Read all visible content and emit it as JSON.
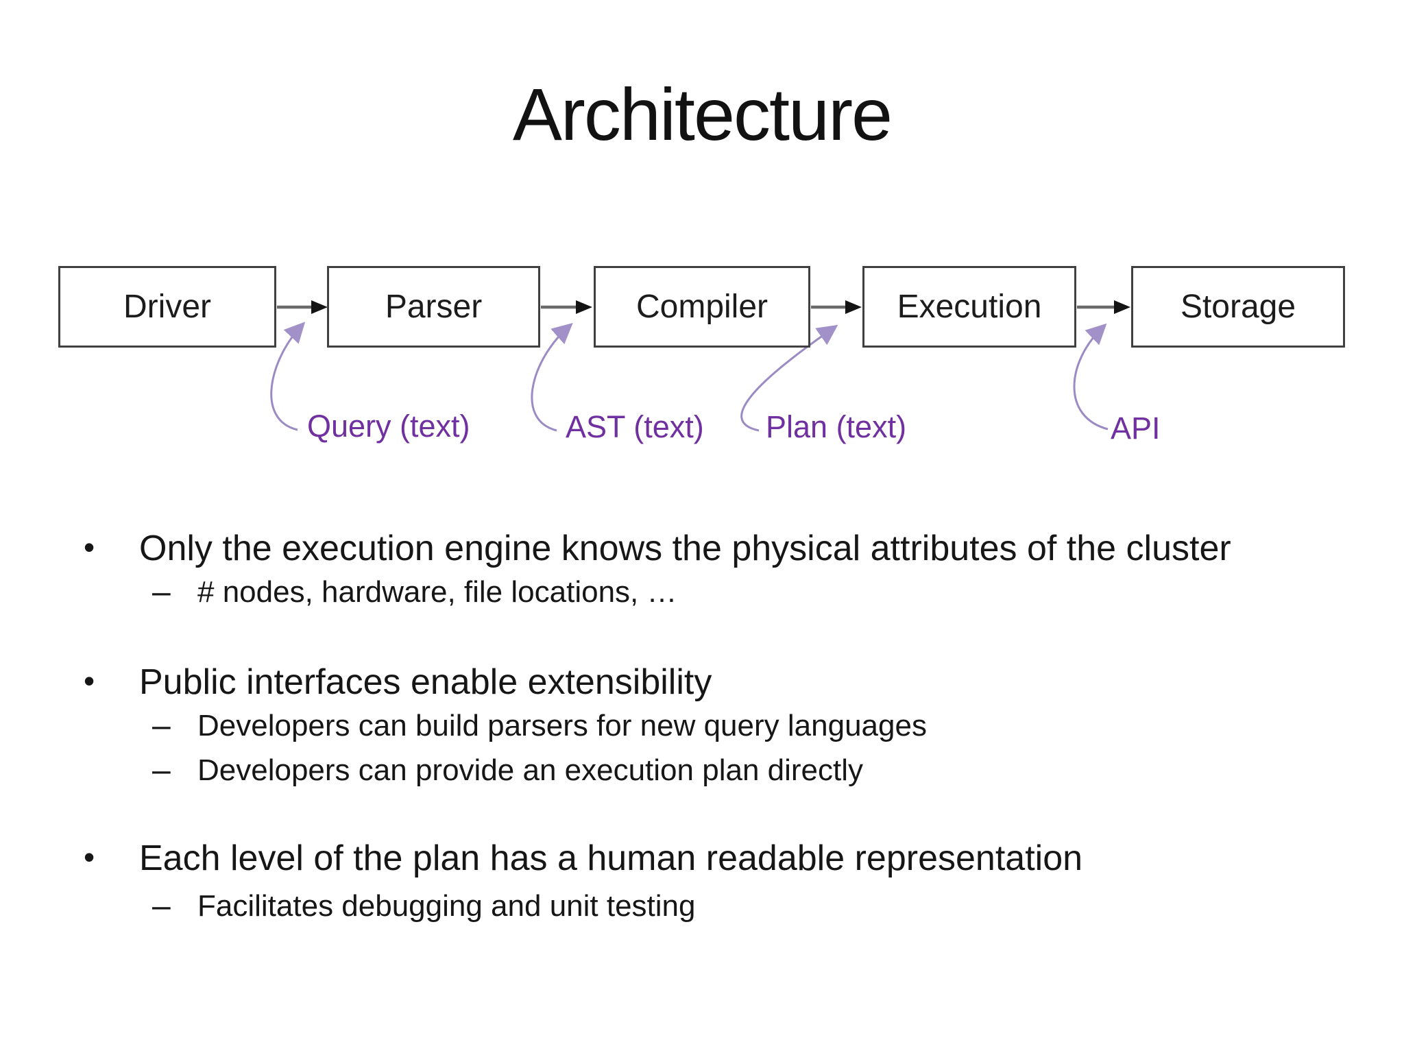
{
  "slide": {
    "title": "Architecture"
  },
  "diagram": {
    "boxes": [
      {
        "label": "Driver"
      },
      {
        "label": "Parser"
      },
      {
        "label": "Compiler"
      },
      {
        "label": "Execution"
      },
      {
        "label": "Storage"
      }
    ],
    "edge_labels": [
      {
        "label": "Query (text)"
      },
      {
        "label": "AST (text)"
      },
      {
        "label": "Plan (text)"
      },
      {
        "label": "API"
      }
    ]
  },
  "bullets": [
    {
      "text": "Only the execution engine knows the physical attributes of the cluster",
      "subs": [
        "# nodes, hardware, file locations, …"
      ]
    },
    {
      "text": "Public interfaces enable extensibility",
      "subs": [
        "Developers can build parsers for new query languages",
        "Developers can provide an execution plan directly"
      ]
    },
    {
      "text": "Each level of the plan has a human readable representation",
      "subs": [
        "Facilitates debugging and unit testing"
      ]
    }
  ],
  "colors": {
    "edge_label_purple": "#7030a0",
    "edge_curve_purple": "#9a8bc4",
    "box_border": "#404040",
    "connector_line": "#6a6a6a",
    "connector_head": "#141414",
    "text": "#161616",
    "background": "#ffffff"
  }
}
